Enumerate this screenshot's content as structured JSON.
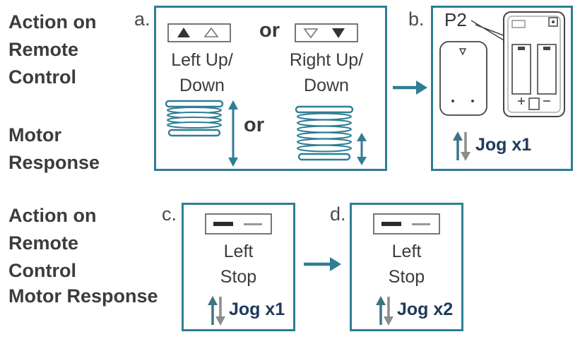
{
  "colors": {
    "teal": "#2f7e93",
    "heading_text": "#3d3c3b",
    "jog_navy": "#1e3a5c",
    "arrow_gray": "#8c8c8c",
    "line_dark": "#444444"
  },
  "icons": {
    "up_buttons": "filled and outline up-triangle remote buttons",
    "down_buttons": "outline and filled down-triangle remote buttons",
    "stop_buttons": "filled and outline stop-dash remote buttons",
    "shade_raised": "cellular shade raised",
    "shade_lowered": "cellular shade lowered",
    "updown_arrow": "vertical double-headed arrow",
    "flow_arrow": "right arrow",
    "jog_arrows": "up and down jog arrows",
    "remote_back": "remote control back with battery compartment"
  },
  "labels": {
    "row1_action": [
      "Action on",
      "Remote",
      "Control"
    ],
    "row1_motor": [
      "Motor",
      "Response"
    ],
    "row2_action": [
      "Action on",
      "Remote",
      "Control"
    ],
    "row2_motor": "Motor Response"
  },
  "box_a": {
    "tag": "a.",
    "or_buttons": "or",
    "or_shades": "or",
    "left_caption_1": "Left Up/",
    "left_caption_2": "Down",
    "right_caption_1": "Right Up/",
    "right_caption_2": "Down"
  },
  "box_b": {
    "tag": "b.",
    "p2": "P2",
    "jog": "Jog x1"
  },
  "box_c": {
    "tag": "c.",
    "caption_1": "Left",
    "caption_2": "Stop",
    "jog": "Jog x1"
  },
  "box_d": {
    "tag": "d.",
    "caption_1": "Left",
    "caption_2": "Stop",
    "jog": "Jog x2"
  }
}
